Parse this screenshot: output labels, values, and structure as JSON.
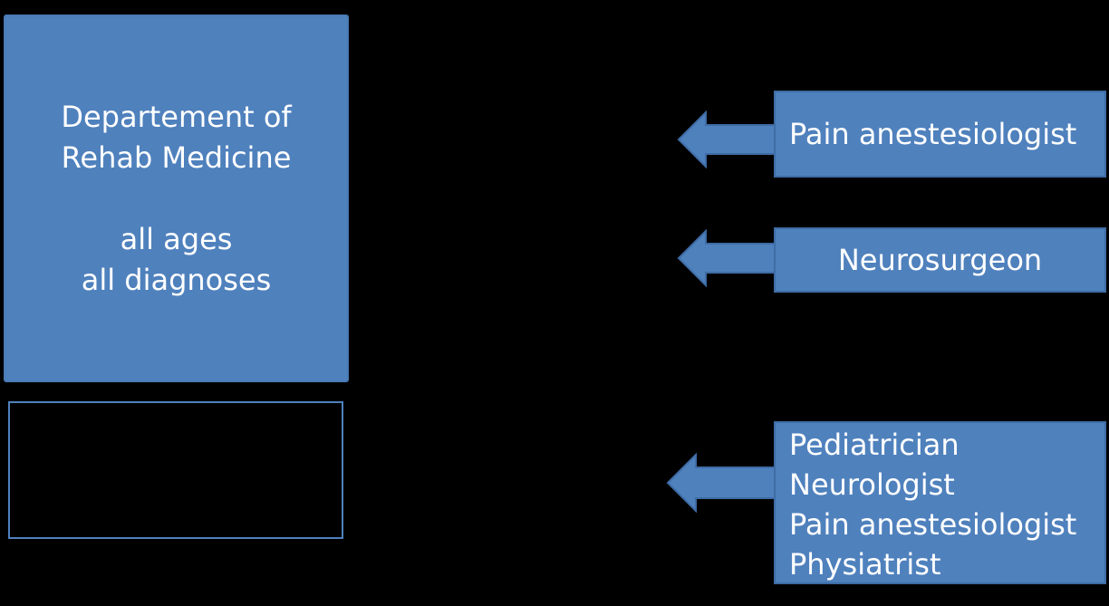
{
  "main_box": {
    "line1": "Departement of",
    "line2": "Rehab Medicine",
    "line3": "all ages",
    "line4": "all diagnoses"
  },
  "right_boxes": {
    "box_a": "Pain anestesiologist",
    "box_b": "Neurosurgeon",
    "box_c": [
      "Pediatrician",
      "Neurologist",
      "Pain anestesiologist",
      "Physiatrist"
    ]
  },
  "colors": {
    "box_fill": "#4F81BD",
    "background": "#000000",
    "text": "#FFFFFF"
  }
}
